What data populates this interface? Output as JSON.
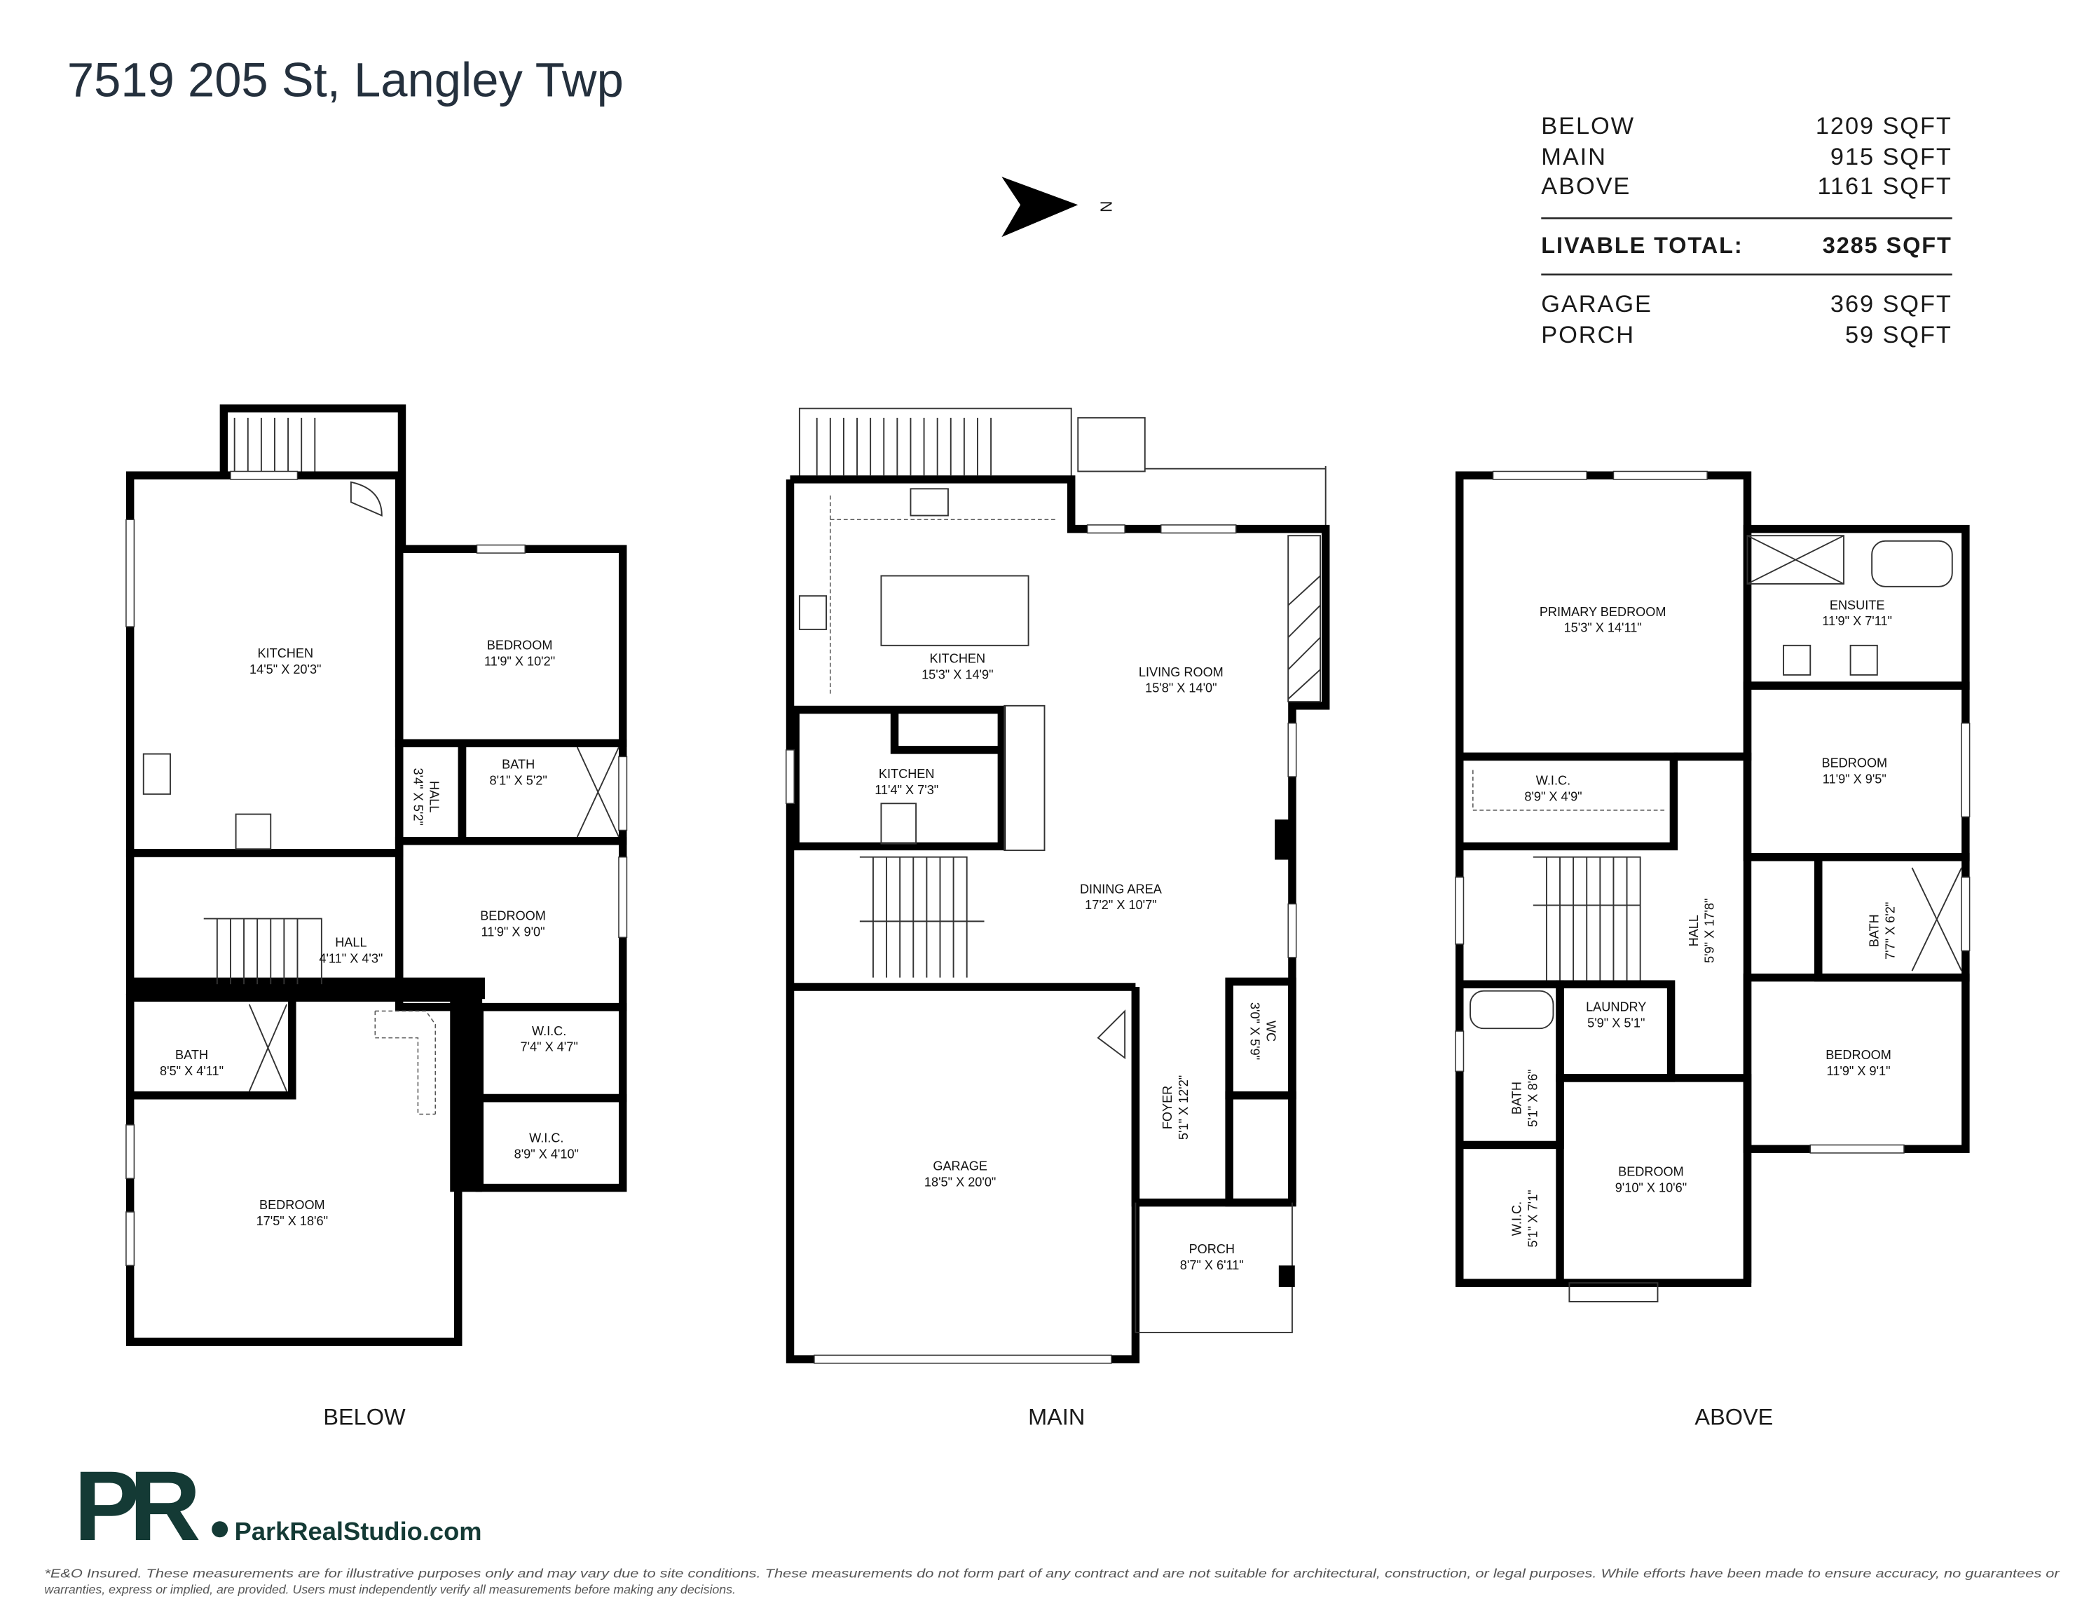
{
  "title": "7519 205 St, Langley Twp",
  "compass": {
    "label": "N",
    "icon": "north-arrow-icon"
  },
  "area_table": {
    "rows": [
      {
        "label": "BELOW",
        "value": "1209 SQFT"
      },
      {
        "label": "MAIN",
        "value": "915 SQFT"
      },
      {
        "label": "ABOVE",
        "value": "1161 SQFT"
      }
    ],
    "total": {
      "label": "LIVABLE TOTAL:",
      "value": "3285 SQFT"
    },
    "extra": [
      {
        "label": "GARAGE",
        "value": "369 SQFT"
      },
      {
        "label": "PORCH",
        "value": "59 SQFT"
      }
    ]
  },
  "floors": [
    {
      "label": "BELOW",
      "rooms": [
        {
          "name": "KITCHEN",
          "dims": "14'5\" X 20'3\""
        },
        {
          "name": "BEDROOM",
          "dims": "11'9\" X 10'2\""
        },
        {
          "name": "BATH",
          "dims": "8'1\" X 5'2\""
        },
        {
          "name": "HALL",
          "dims": "3'4\" X 5'2\""
        },
        {
          "name": "BEDROOM",
          "dims": "11'9\" X 9'0\""
        },
        {
          "name": "HALL",
          "dims": "4'11\" X 4'3\""
        },
        {
          "name": "BATH",
          "dims": "8'5\" X 4'11\""
        },
        {
          "name": "W.I.C.",
          "dims": "7'4\" X 4'7\""
        },
        {
          "name": "W.I.C.",
          "dims": "8'9\" X 4'10\""
        },
        {
          "name": "BEDROOM",
          "dims": "17'5\" X 18'6\""
        }
      ]
    },
    {
      "label": "MAIN",
      "rooms": [
        {
          "name": "KITCHEN",
          "dims": "15'3\" X 14'9\""
        },
        {
          "name": "LIVING ROOM",
          "dims": "15'8\" X 14'0\""
        },
        {
          "name": "KITCHEN",
          "dims": "11'4\" X 7'3\""
        },
        {
          "name": "DINING AREA",
          "dims": "17'2\" X 10'7\""
        },
        {
          "name": "GARAGE",
          "dims": "18'5\" X 20'0\""
        },
        {
          "name": "FOYER",
          "dims": "5'1\" X 12'2\""
        },
        {
          "name": "WC",
          "dims": "3'0\" X 5'9\""
        },
        {
          "name": "PORCH",
          "dims": "8'7\" X 6'11\""
        }
      ]
    },
    {
      "label": "ABOVE",
      "rooms": [
        {
          "name": "PRIMARY BEDROOM",
          "dims": "15'3\" X 14'11\""
        },
        {
          "name": "ENSUITE",
          "dims": "11'9\" X 7'11\""
        },
        {
          "name": "BEDROOM",
          "dims": "11'9\" X 9'5\""
        },
        {
          "name": "W.I.C.",
          "dims": "8'9\" X 4'9\""
        },
        {
          "name": "HALL",
          "dims": "5'9\" X 17'8\""
        },
        {
          "name": "BATH",
          "dims": "7'7\" X 6'2\""
        },
        {
          "name": "LAUNDRY",
          "dims": "5'9\" X 5'1\""
        },
        {
          "name": "BEDROOM",
          "dims": "11'9\" X 9'1\""
        },
        {
          "name": "BATH",
          "dims": "5'1\" X 8'6\""
        },
        {
          "name": "BEDROOM",
          "dims": "9'10\" X 10'6\""
        },
        {
          "name": "W.I.C.",
          "dims": "5'1\" X 7'1\""
        }
      ]
    }
  ],
  "brand": {
    "logo_letters": "PR",
    "site": "ParkRealStudio.com",
    "color": "#143a35"
  },
  "disclaimer": {
    "line1": "*E&O Insured. These measurements are for illustrative purposes only and may vary due to site conditions. These measurements do not form part of any contract and are not suitable for architectural, construction, or legal purposes. While efforts have been made to ensure accuracy, no guarantees or",
    "line2": "warranties, express or implied, are provided. Users must independently verify all measurements before making any decisions."
  }
}
